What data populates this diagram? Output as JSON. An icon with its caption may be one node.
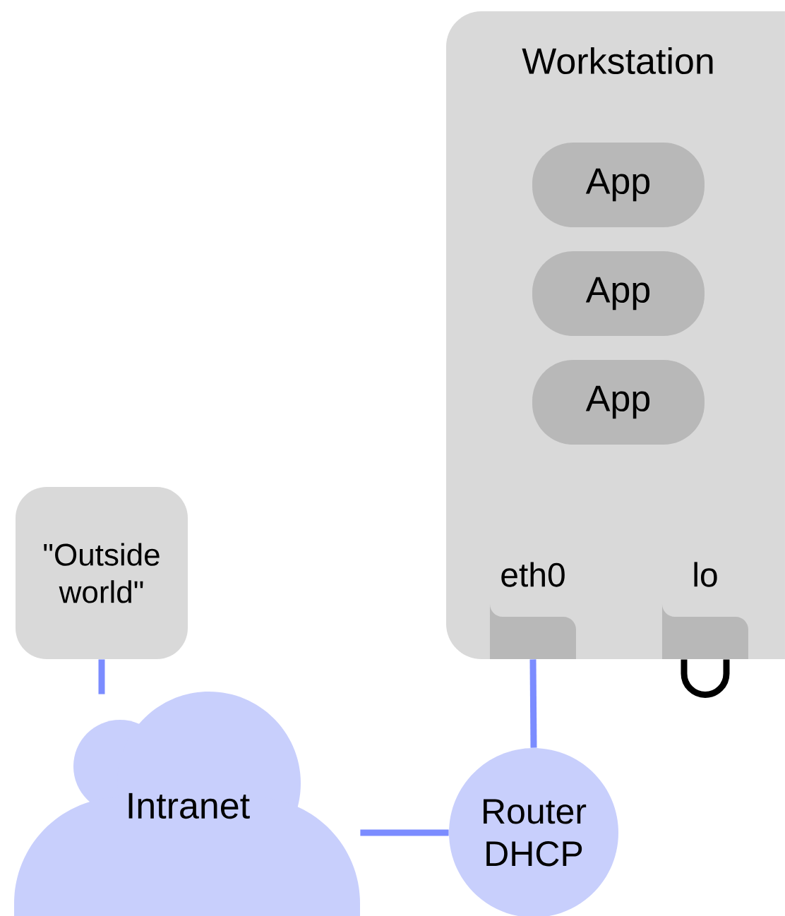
{
  "diagram": {
    "nodes": [
      {
        "text": [
          "Workstation"
        ]
      },
      {
        "text": [
          "App"
        ],
        "in": 0
      },
      {
        "text": [
          "App"
        ],
        "in": 0
      },
      {
        "text": [
          "App"
        ],
        "in": 0
      },
      {
        "text": [
          "eth0"
        ],
        "in": 0
      },
      {
        "text": [
          "lo"
        ],
        "in": 0
      },
      {
        "text": [
          "\"Outside world\""
        ]
      },
      {
        "text": [
          "Intranet"
        ]
      },
      {
        "text": [
          "Router DHCP"
        ]
      }
    ],
    "edges": [
      {
        "from": 6,
        "to": 7,
        "arrow": "none"
      },
      {
        "from": 4,
        "to": 8,
        "arrow": "none"
      },
      {
        "from": 7,
        "to": 8,
        "arrow": "none"
      },
      {
        "from": 5,
        "to": 5,
        "arrow": "none",
        "color": "#000000"
      }
    ]
  }
}
